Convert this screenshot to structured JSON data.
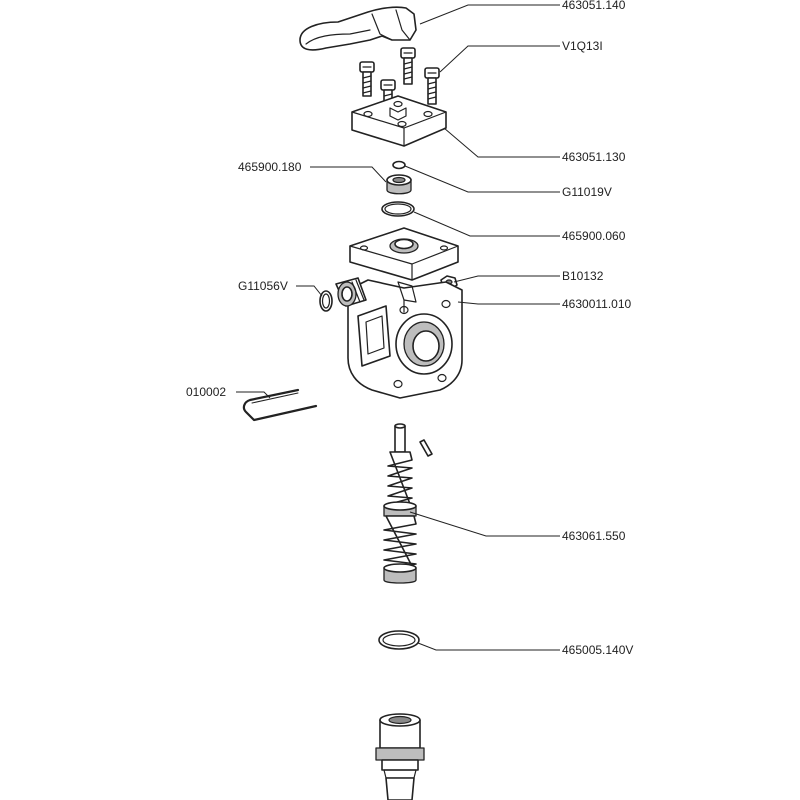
{
  "callouts": [
    {
      "id": "handle",
      "label": "463051.140"
    },
    {
      "id": "screws",
      "label": "V1Q13I"
    },
    {
      "id": "cover-plate",
      "label": "463051.130"
    },
    {
      "id": "seat",
      "label": "465900.180"
    },
    {
      "id": "small-oring",
      "label": "G11019V"
    },
    {
      "id": "upper-oring",
      "label": "465900.060"
    },
    {
      "id": "side-oring",
      "label": "G11056V"
    },
    {
      "id": "nut",
      "label": "B10132"
    },
    {
      "id": "body",
      "label": "4630011.010"
    },
    {
      "id": "wire-clip",
      "label": "010002"
    },
    {
      "id": "spindle",
      "label": "463061.550"
    },
    {
      "id": "lower-oring",
      "label": "465005.140V"
    }
  ],
  "colors": {
    "line": "#222222",
    "shade": "#bdbdbd",
    "background": "#ffffff"
  }
}
